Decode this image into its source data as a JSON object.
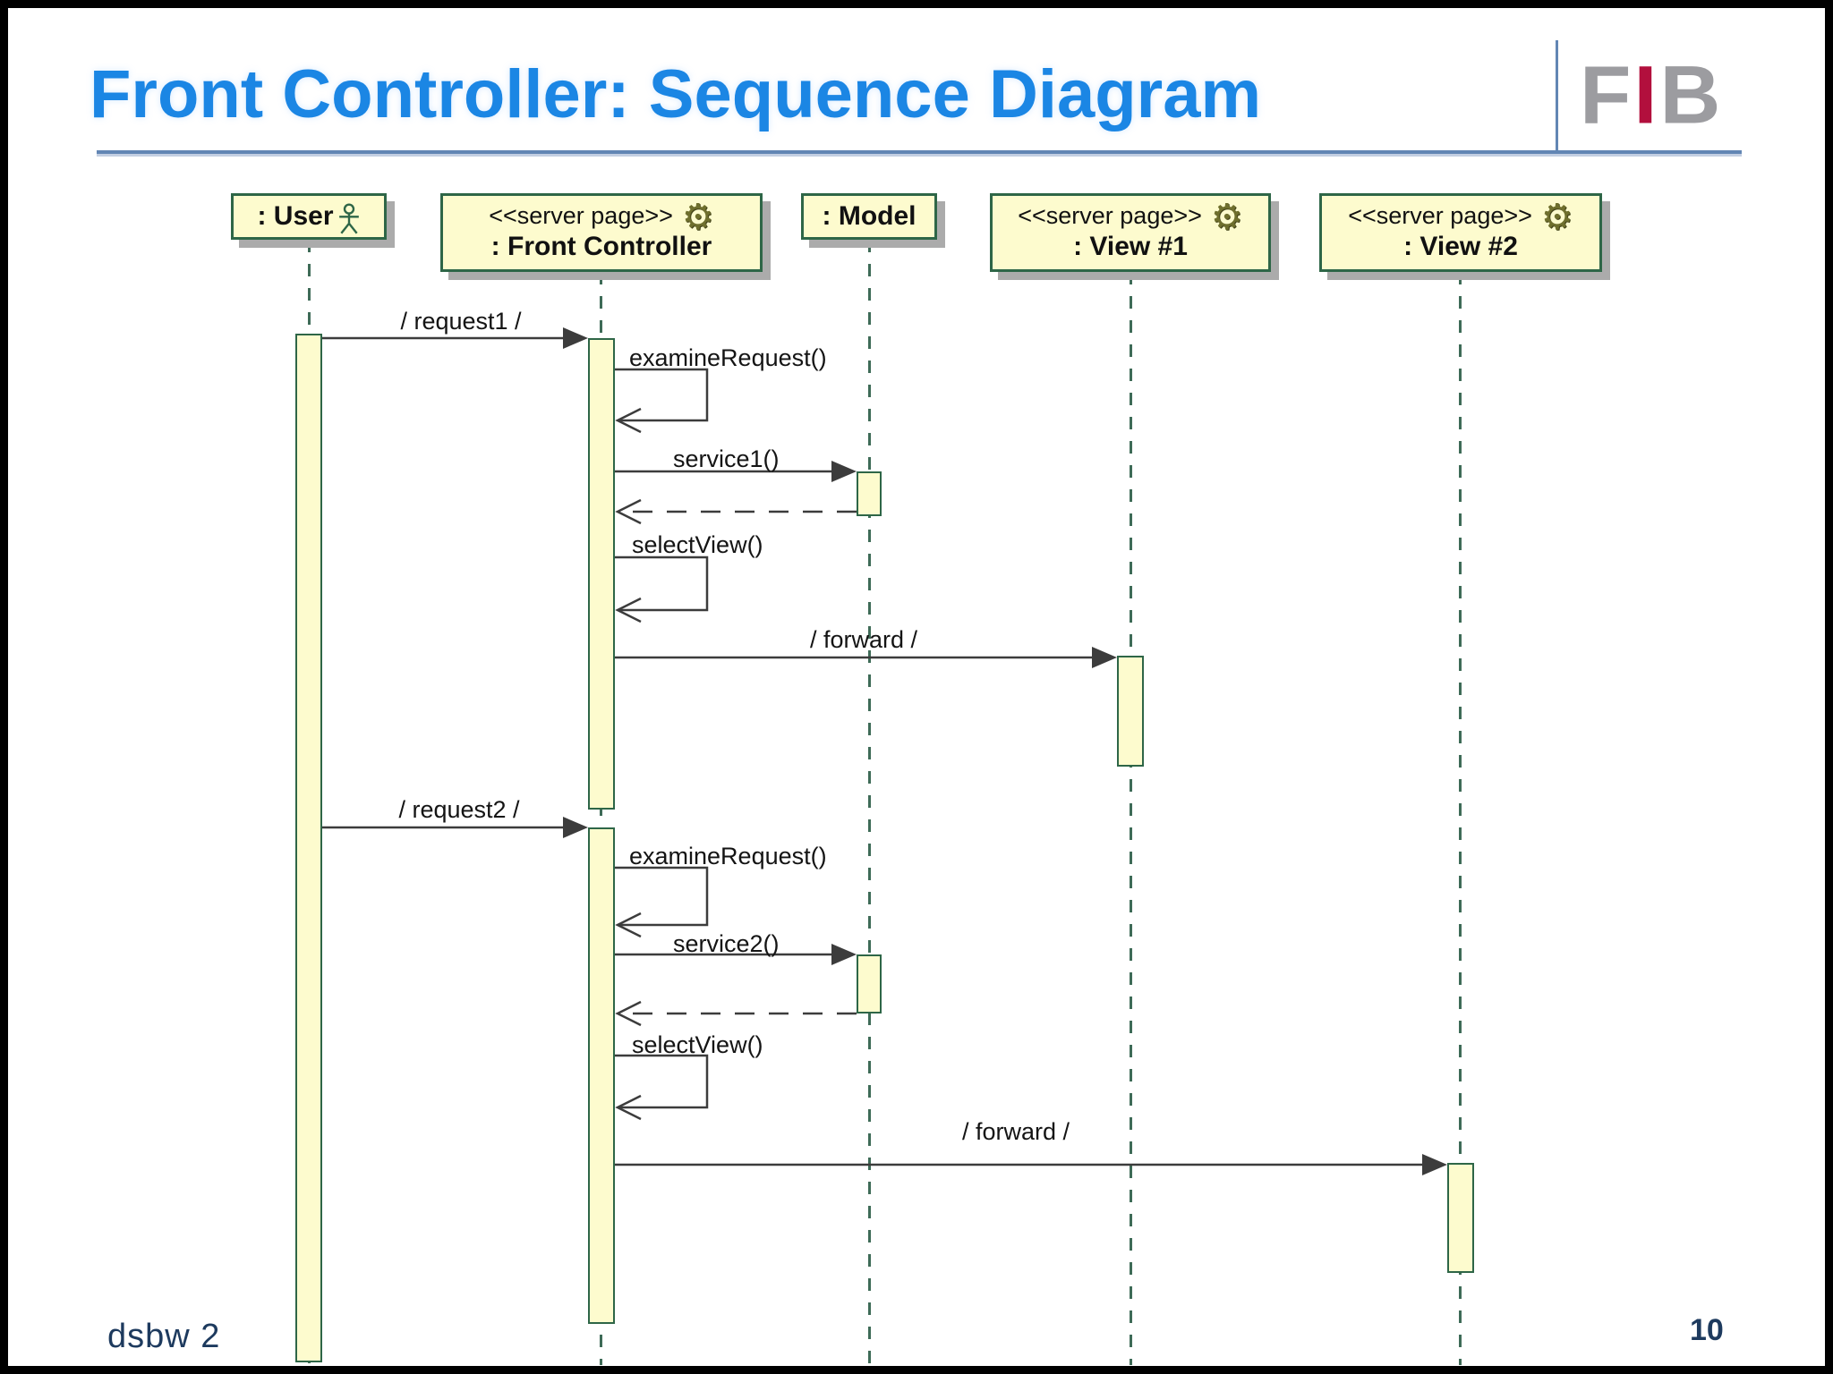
{
  "slide": {
    "title": "Front Controller: Sequence Diagram",
    "footer_left": "dsbw 2",
    "page_number": "10",
    "logo_letters": {
      "f": "F",
      "i": "I",
      "b": "B"
    }
  },
  "icons": {
    "gear": "⚙"
  },
  "colors": {
    "title_blue": "#1b86e4",
    "rule_blue": "#6286b4",
    "box_fill": "#fdfbce",
    "box_border": "#2e6647",
    "lifeline_green": "#3e6b57",
    "arrow_gray": "#3c3c3c",
    "footer_navy": "#1d3a5e",
    "logo_gray": "#9c9ca0",
    "logo_red": "#b20f3d",
    "shadow_gray": "#ababab"
  },
  "lifelines": [
    {
      "stereotype": "",
      "name": ": User",
      "icon": "actor-icon"
    },
    {
      "stereotype": "<<server page>>",
      "name": ": Front Controller",
      "icon": "gear-icon"
    },
    {
      "stereotype": "",
      "name": ": Model",
      "icon": ""
    },
    {
      "stereotype": "<<server page>>",
      "name": ": View #1",
      "icon": "gear-icon"
    },
    {
      "stereotype": "<<server page>>",
      "name": ": View #2",
      "icon": "gear-icon"
    }
  ],
  "messages": [
    {
      "label": "/ request1 /",
      "from": ": User",
      "to": ": Front Controller",
      "kind": "call"
    },
    {
      "label": "examineRequest()",
      "from": ": Front Controller",
      "to": ": Front Controller",
      "kind": "self"
    },
    {
      "label": "service1()",
      "from": ": Front Controller",
      "to": ": Model",
      "kind": "call"
    },
    {
      "label": "",
      "from": ": Model",
      "to": ": Front Controller",
      "kind": "return"
    },
    {
      "label": "selectView()",
      "from": ": Front Controller",
      "to": ": Front Controller",
      "kind": "self"
    },
    {
      "label": "/ forward /",
      "from": ": Front Controller",
      "to": ": View #1",
      "kind": "call"
    },
    {
      "label": "/ request2 /",
      "from": ": User",
      "to": ": Front Controller",
      "kind": "call"
    },
    {
      "label": "examineRequest()",
      "from": ": Front Controller",
      "to": ": Front Controller",
      "kind": "self"
    },
    {
      "label": "service2()",
      "from": ": Front Controller",
      "to": ": Model",
      "kind": "call"
    },
    {
      "label": "",
      "from": ": Model",
      "to": ": Front Controller",
      "kind": "return"
    },
    {
      "label": "selectView()",
      "from": ": Front Controller",
      "to": ": Front Controller",
      "kind": "self"
    },
    {
      "label": "/ forward /",
      "from": ": Front Controller",
      "to": ": View #2",
      "kind": "call"
    }
  ]
}
